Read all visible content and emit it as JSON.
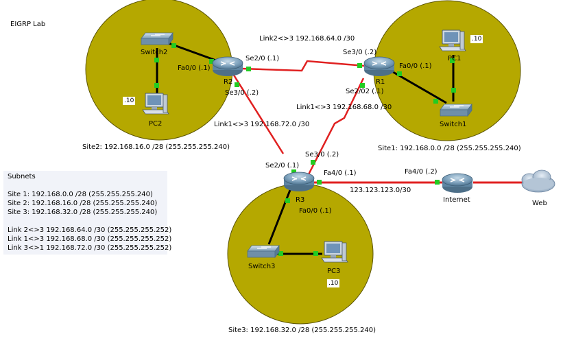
{
  "title": "EIGRP Lab",
  "sites": {
    "site1": "Site1: 192.168.0.0 /28 (255.255.255.240)",
    "site2": "Site2: 192.168.16.0 /28 (255.255.255.240)",
    "site3": "Site3: 192.168.32.0 /28 (255.255.255.240)"
  },
  "links": {
    "link2": "Link2<>3 192.168.64.0 /30",
    "link1_3": "Link1<>3 192.168.68.0 /30",
    "link1_r2": "Link1<>3 192.168.72.0 /30",
    "internet": "123.123.123.0/30"
  },
  "devices": {
    "r1": "R1",
    "r2": "R2",
    "r3": "R3",
    "switch1": "Switch1",
    "switch2": "Switch2",
    "switch3": "Switch3",
    "pc1": "PC1",
    "pc2": "PC2",
    "pc3": "PC3",
    "internet": "Internet",
    "web": "Web"
  },
  "hosts": {
    "pc1": ".10",
    "pc2": ".10",
    "pc3": ".10"
  },
  "interfaces": {
    "r2_fa00": "Fa0/0 (.1)",
    "r2_se20": "Se2/0 (.1)",
    "r2_se30": "Se3/0 (.2)",
    "r1_se30": "Se3/0 (.2)",
    "r1_fa00": "Fa0/0 (.1)",
    "r1_se202": "Se2/02 (.1)",
    "r3_se30": "Se3/0 (.2)",
    "r3_se20": "Se2/0 (.1)",
    "r3_fa40": "Fa4/0 (.1)",
    "r3_fa00": "Fa0/0 (.1)",
    "inet_fa40": "Fa4/0 (.2)"
  },
  "subnets": {
    "heading": "Subnets",
    "site_lines": [
      "Site 1: 192.168.0.0 /28 (255.255.255.240)",
      "Site 2: 192.168.16.0 /28 (255.255.255.240)",
      "Site 3: 192.168.32.0 /28 (255.255.255.240)"
    ],
    "link_lines": [
      "Link 2<>3 192.168.64.0 /30 (255.255.255.252)",
      "Link 1<>3 192.168.68.0 /30 (255.255.255.252)",
      "Link 3<>1 192.168.72.0 /30 (255.255.255.252)"
    ]
  },
  "colors": {
    "site_fill": "#b5a800",
    "serial_link": "#e02020",
    "ethernet_link": "#000000",
    "port_up": "#22cc22",
    "router_body": "#6a8fa8"
  }
}
